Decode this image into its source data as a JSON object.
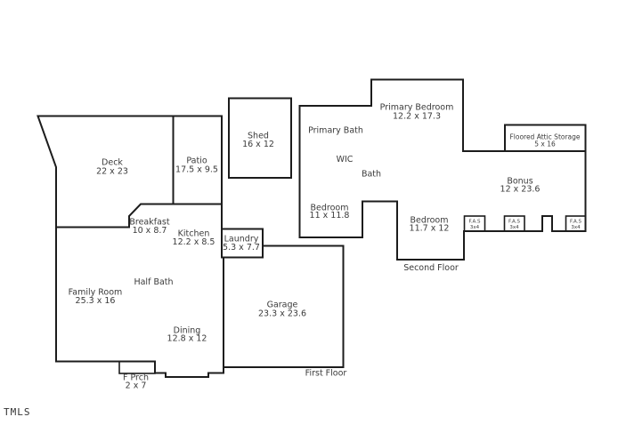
{
  "watermark": "TMLS",
  "colors": {
    "wall": "#1c1c1c",
    "text": "#3a3a3a",
    "background": "#ffffff"
  },
  "floors": {
    "first": {
      "label": "First Floor",
      "rooms": {
        "deck": {
          "name": "Deck",
          "dims": "22 x 23"
        },
        "patio": {
          "name": "Patio",
          "dims": "17.5 x 9.5"
        },
        "shed": {
          "name": "Shed",
          "dims": "16 x 12"
        },
        "breakfast": {
          "name": "Breakfast",
          "dims": "10 x 8.7"
        },
        "kitchen": {
          "name": "Kitchen",
          "dims": "12.2 x 8.5"
        },
        "laundry": {
          "name": "Laundry",
          "dims": "5.3 x 7.7"
        },
        "half_bath": {
          "name": "Half Bath"
        },
        "family_room": {
          "name": "Family Room",
          "dims": "25.3 x 16"
        },
        "dining": {
          "name": "Dining",
          "dims": "12.8 x 12"
        },
        "garage": {
          "name": "Garage",
          "dims": "23.3 x 23.6"
        },
        "front_porch": {
          "name": "F Prch",
          "dims": "2 x 7"
        }
      }
    },
    "second": {
      "label": "Second Floor",
      "rooms": {
        "primary_bedroom": {
          "name": "Primary Bedroom",
          "dims": "12.2 x 17.3"
        },
        "primary_bath": {
          "name": "Primary Bath"
        },
        "wic": {
          "name": "WIC"
        },
        "bath": {
          "name": "Bath"
        },
        "bedroom_a": {
          "name": "Bedroom",
          "dims": "11 x 11.8"
        },
        "bedroom_b": {
          "name": "Bedroom",
          "dims": "11.7 x 12"
        },
        "bonus": {
          "name": "Bonus",
          "dims": "12 x 23.6"
        },
        "attic_storage": {
          "name": "Floored Attic Storage",
          "dims": "5 x 16"
        },
        "fas_1": {
          "name": "F.A.S",
          "dims": "3x4"
        },
        "fas_2": {
          "name": "F.A.S",
          "dims": "3x4"
        },
        "fas_3": {
          "name": "F.A.S",
          "dims": "3x4"
        }
      }
    }
  }
}
